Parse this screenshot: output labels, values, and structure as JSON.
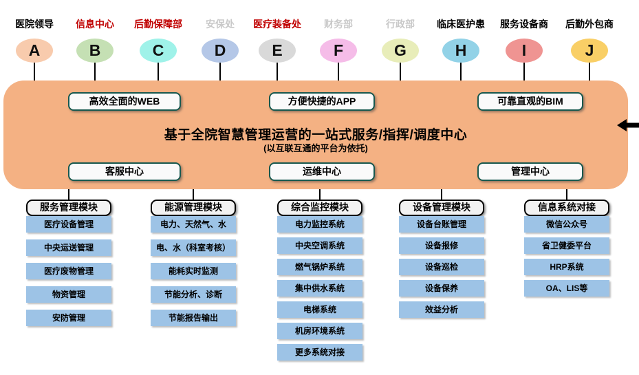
{
  "actors": [
    {
      "label": "医院领导",
      "label_color": "#000000",
      "letter": "A",
      "color": "#F8CBAD"
    },
    {
      "label": "信息中心",
      "label_color": "#C00000",
      "letter": "B",
      "color": "#C5E0B4"
    },
    {
      "label": "后勤保障部",
      "label_color": "#C00000",
      "letter": "C",
      "color": "#9FF2E9"
    },
    {
      "label": "安保处",
      "label_color": "#C9C9C9",
      "letter": "D",
      "color": "#B4C7E7"
    },
    {
      "label": "医疗装备处",
      "label_color": "#C00000",
      "letter": "E",
      "color": "#D9D9D9"
    },
    {
      "label": "财务部",
      "label_color": "#C9C9C9",
      "letter": "F",
      "color": "#F5BCE8"
    },
    {
      "label": "行政部",
      "label_color": "#C9C9C9",
      "letter": "G",
      "color": "#E8EDB9"
    },
    {
      "label": "临床医护患",
      "label_color": "#000000",
      "letter": "H",
      "color": "#92D2E7"
    },
    {
      "label": "服务设备商",
      "label_color": "#000000",
      "letter": "I",
      "color": "#EF9492"
    },
    {
      "label": "后勤外包商",
      "label_color": "#000000",
      "letter": "J",
      "color": "#F9CF66"
    }
  ],
  "platform": {
    "title": "基于全院智慧管理运营的一站式服务/指挥/调度中心",
    "subtitle": "(以互联互通的平台为依托)",
    "top_buttons": [
      "高效全面的WEB",
      "方便快捷的APP",
      "可靠直观的BIM"
    ],
    "bottom_buttons": [
      "客服中心",
      "运维中心",
      "管理中心"
    ]
  },
  "columns": [
    {
      "header": "服务管理模块",
      "items": [
        "医疗设备管理",
        "中央运送管理",
        "医疗废物管理",
        "物资管理",
        "安防管理"
      ]
    },
    {
      "header": "能源管理模块",
      "items": [
        "电力、天然气、水",
        "电、水（科室考核）",
        "能耗实时监测",
        "节能分析、诊断",
        "节能报告输出"
      ]
    },
    {
      "header": "综合监控模块",
      "items": [
        "电力监控系统",
        "中央空调系统",
        "燃气锅炉系统",
        "集中供水系统",
        "电梯系统",
        "机房环境系统",
        "更多系统对接"
      ]
    },
    {
      "header": "设备管理模块",
      "items": [
        "设备台账管理",
        "设备报修",
        "设备巡检",
        "设备保养",
        "效益分析"
      ]
    },
    {
      "header": "信息系统对接",
      "items": [
        "微信公众号",
        "省卫健委平台",
        "HRP系统",
        "OA、LIS等"
      ]
    }
  ],
  "colors": {
    "platform_bg": "#F4B183",
    "module_item_bg": "#9DC3E6",
    "header_bg": "#F2F2F2",
    "button_border": "#17584E"
  },
  "icons": {
    "left_arrow": "left-arrow"
  }
}
